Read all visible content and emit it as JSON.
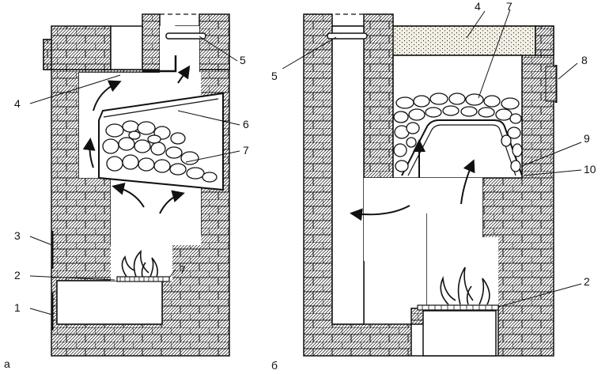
{
  "panels": [
    {
      "id": "a",
      "letter": "а",
      "callouts": [
        "1",
        "2",
        "3",
        "4",
        "5",
        "6",
        "7",
        "7"
      ]
    },
    {
      "id": "b",
      "letter": "б",
      "callouts": [
        "2",
        "4",
        "5",
        "7",
        "8",
        "9",
        "10"
      ]
    }
  ],
  "colors": {
    "ink": "#111111",
    "paper": "#ffffff",
    "insulation": "#f3f0e6"
  }
}
